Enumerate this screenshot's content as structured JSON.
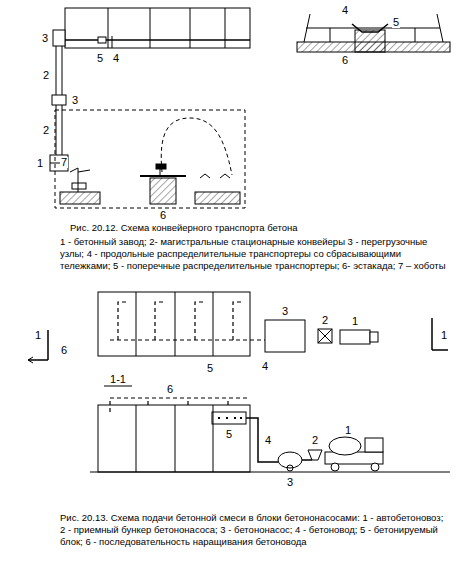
{
  "diagram": {
    "labels": [
      "3",
      "5",
      "4",
      "2",
      "3",
      "2",
      "1",
      "7",
      "6",
      "4",
      "5",
      "6",
      "Рис. 20.12. Схема конвейерного транспорта бетона",
      "1 - бетонный завод; 2- магистральные стационарные конвейеры 3 - перегрузочные узлы; 4 - продольные распределительные транспортеры со сбрасывающими тележками; 5 - поперечные распределительные транспортеры; 6- эстакада; 7 – хоботы",
      "1",
      "6",
      "3",
      "2",
      "1",
      "1",
      "4",
      "5",
      "1-1",
      "6",
      "5",
      "4",
      "3",
      "2",
      "1",
      "Рис. 20.13. Схема подачи бетонной смеси в блоки бетононасосами: 1 - автобетоновоз; 2 - приемный бункер бетононасоса; 3 - бетононасос; 4 - бетоновод; 5 - бетонируемый блок; 6 - последовательность наращивания бетоновода"
    ]
  }
}
